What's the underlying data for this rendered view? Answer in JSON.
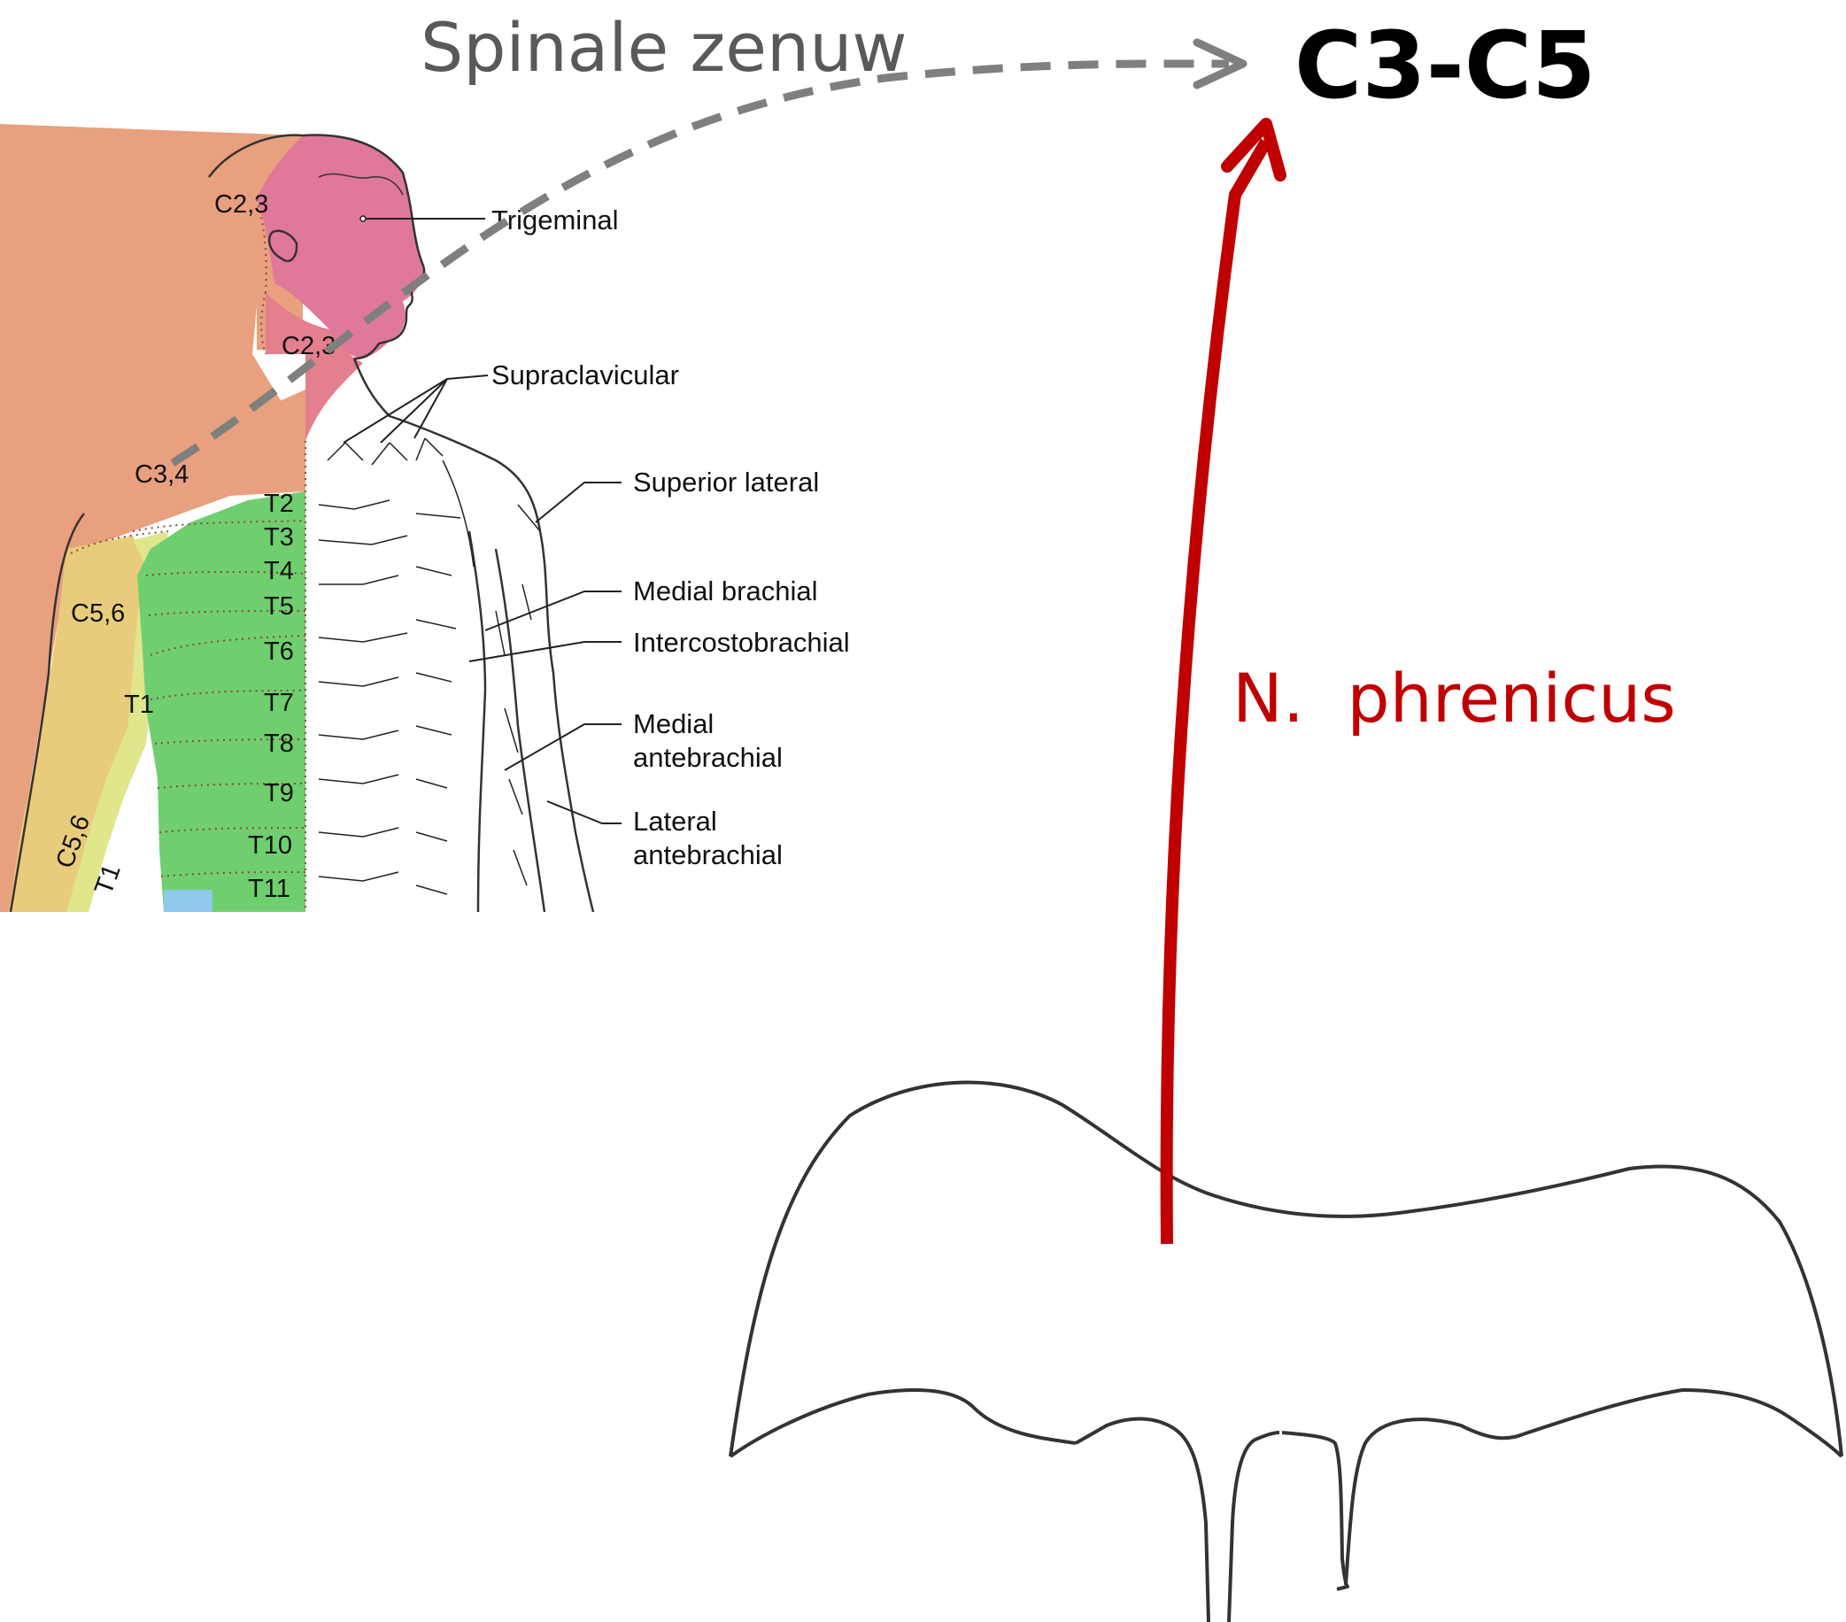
{
  "title_label": "Spinale zenuw",
  "target_label": "C3-C5",
  "nerve_label": "N.  phrenicus",
  "colors": {
    "label_gray": "#595959",
    "arrow_gray": "#7f7f7f",
    "nerve_red": "#c00000",
    "c23_orange": "#e8a07e",
    "trigeminal_pink": "#e0789a",
    "c5_yellow": "#e9cc7b",
    "t1_yellowgreen": "#dfe68c",
    "thoracic_green": "#6fcf6f",
    "lumbar_blue": "#8ec8ea",
    "outline": "#333333"
  },
  "dermatomes": [
    "C2,3",
    "C2,3",
    "C3,4",
    "C5,6",
    "T1",
    "C5,6",
    "T1"
  ],
  "thoracic_levels": [
    "T2",
    "T3",
    "T4",
    "T5",
    "T6",
    "T7",
    "T8",
    "T9",
    "T10",
    "T11"
  ],
  "cutaneous_nerves": [
    {
      "line1": "Trigeminal",
      "line2": ""
    },
    {
      "line1": "Supraclavicular",
      "line2": ""
    },
    {
      "line1": "Superior lateral",
      "line2": ""
    },
    {
      "line1": "Medial brachial",
      "line2": ""
    },
    {
      "line1": "Intercostobrachial",
      "line2": ""
    },
    {
      "line1": "Medial",
      "line2": "antebrachial"
    },
    {
      "line1": "Lateral",
      "line2": "antebrachial"
    }
  ],
  "icons": [
    "dashed-arrow-icon",
    "red-arrow-icon",
    "diaphragm-outline-icon",
    "body-dermatome-figure-icon"
  ]
}
